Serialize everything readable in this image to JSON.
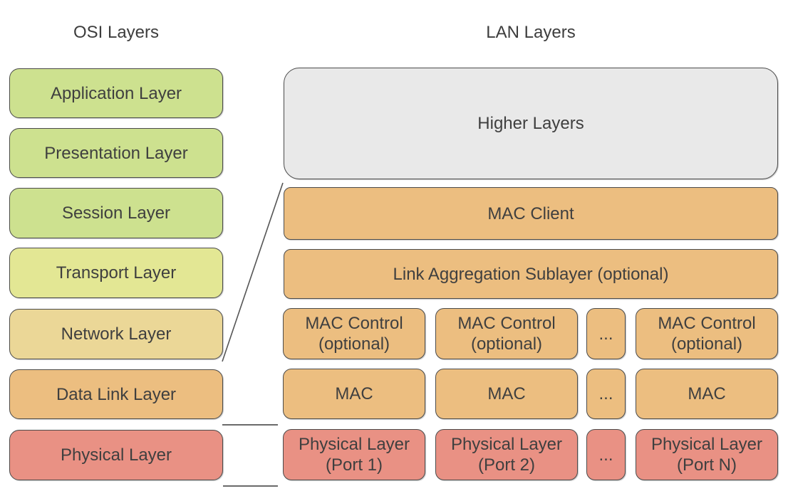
{
  "titles": {
    "osi": "OSI Layers",
    "lan": "LAN Layers"
  },
  "palette": {
    "green": "#cde18f",
    "yellow_green": "#e3e794",
    "khaki": "#ebd797",
    "orange": "#ecbe80",
    "salmon": "#e99184",
    "gray": "#e9e9e9",
    "border": "#4b4b4b",
    "text": "#3f3f3f",
    "connector_line": "#555555"
  },
  "osi_layers": [
    {
      "label": "Application Layer",
      "color": "#cde18f"
    },
    {
      "label": "Presentation Layer",
      "color": "#cde18f"
    },
    {
      "label": "Session Layer",
      "color": "#cde18f"
    },
    {
      "label": "Transport Layer",
      "color": "#e3e794"
    },
    {
      "label": "Network Layer",
      "color": "#ebd797"
    },
    {
      "label": "Data Link Layer",
      "color": "#ecbe80"
    },
    {
      "label": "Physical Layer",
      "color": "#e99184"
    }
  ],
  "lan": {
    "higher_layers": "Higher Layers",
    "mac_client": "MAC Client",
    "link_aggregation": "Link Aggregation Sublayer (optional)",
    "ellipsis": "...",
    "mac_control": {
      "line1": "MAC Control",
      "line2": "(optional)"
    },
    "mac": "MAC",
    "ports": [
      {
        "line1": "Physical Layer",
        "line2": "(Port 1)"
      },
      {
        "line1": "Physical Layer",
        "line2": "(Port 2)"
      },
      {
        "line1": "Physical Layer",
        "line2": "(Port N)"
      }
    ]
  }
}
